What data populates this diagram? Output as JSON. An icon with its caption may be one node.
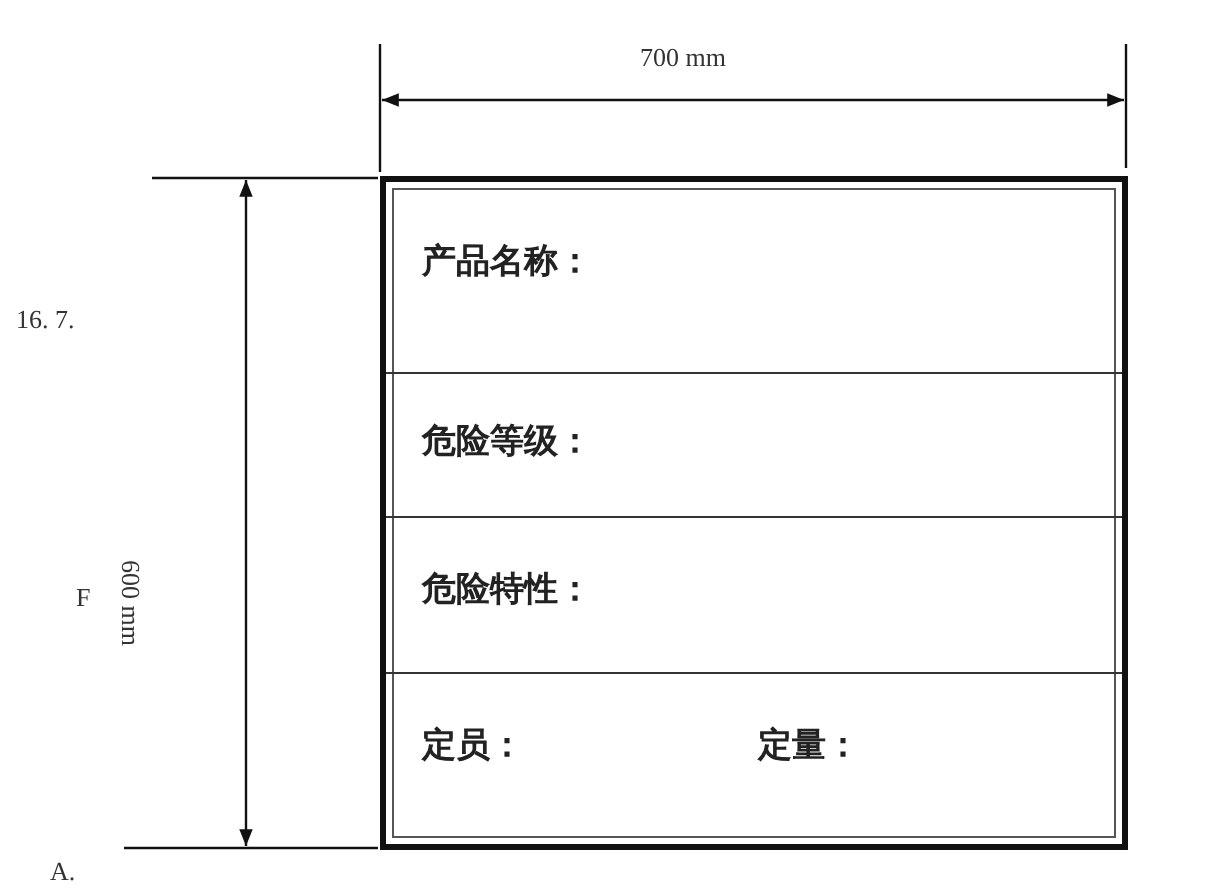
{
  "diagram": {
    "nodes": [
      {
        "text": [],
        "shape": "box"
      },
      {
        "text": [
          "产品名称："
        ],
        "in": 0
      },
      {
        "text": [
          "危险等级："
        ],
        "in": 0
      },
      {
        "text": [
          "危险特性："
        ],
        "in": 0
      },
      {
        "text": [
          "定员：",
          "定量："
        ],
        "in": 0
      }
    ],
    "labels": [
      "700 mm",
      "600 mm",
      "16. 7.",
      "F",
      "A."
    ]
  }
}
